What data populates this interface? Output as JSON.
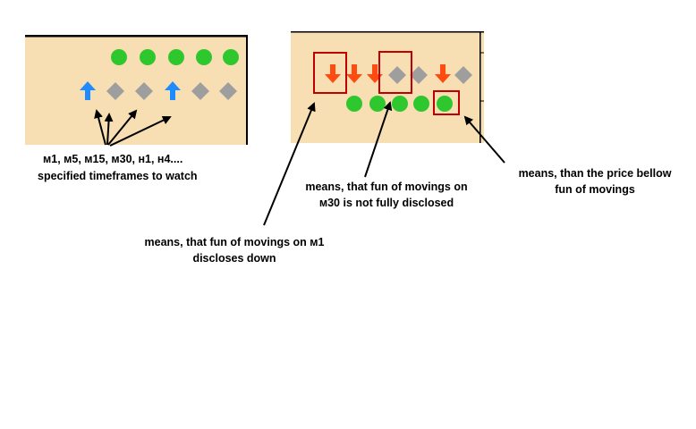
{
  "colors": {
    "panel_bg": "#f7deb3",
    "green": "#2ec82e",
    "up_arrow": "#1e8cff",
    "down_arrow": "#ff4a10",
    "diamond": "#9e9e9e",
    "highlight_box": "#c00000"
  },
  "left_panel": {
    "row1": [
      "green-dot",
      "green-dot",
      "green-dot",
      "green-dot",
      "green-dot"
    ],
    "row2": [
      "up-arrow",
      "diamond",
      "diamond",
      "up-arrow",
      "diamond",
      "diamond"
    ],
    "caption_line1": "м1, м5, м15, м30, н1, н4....",
    "caption_line2": "specified timeframes to watch"
  },
  "right_panel": {
    "row1": [
      "down-arrow",
      "down-arrow",
      "down-arrow",
      "diamond",
      "diamond",
      "down-arrow",
      "diamond"
    ],
    "row2": [
      "green-dot",
      "green-dot",
      "green-dot",
      "green-dot",
      "green-dot"
    ]
  },
  "annotations": {
    "m1_line1": "means, that fun of movings on м1",
    "m1_line2": "discloses down",
    "m30_line1": "means, that fun of movings on",
    "m30_line2": "м30 is not fully disclosed",
    "price_line1": "means, than the price bellow",
    "price_line2": "fun of movings"
  }
}
